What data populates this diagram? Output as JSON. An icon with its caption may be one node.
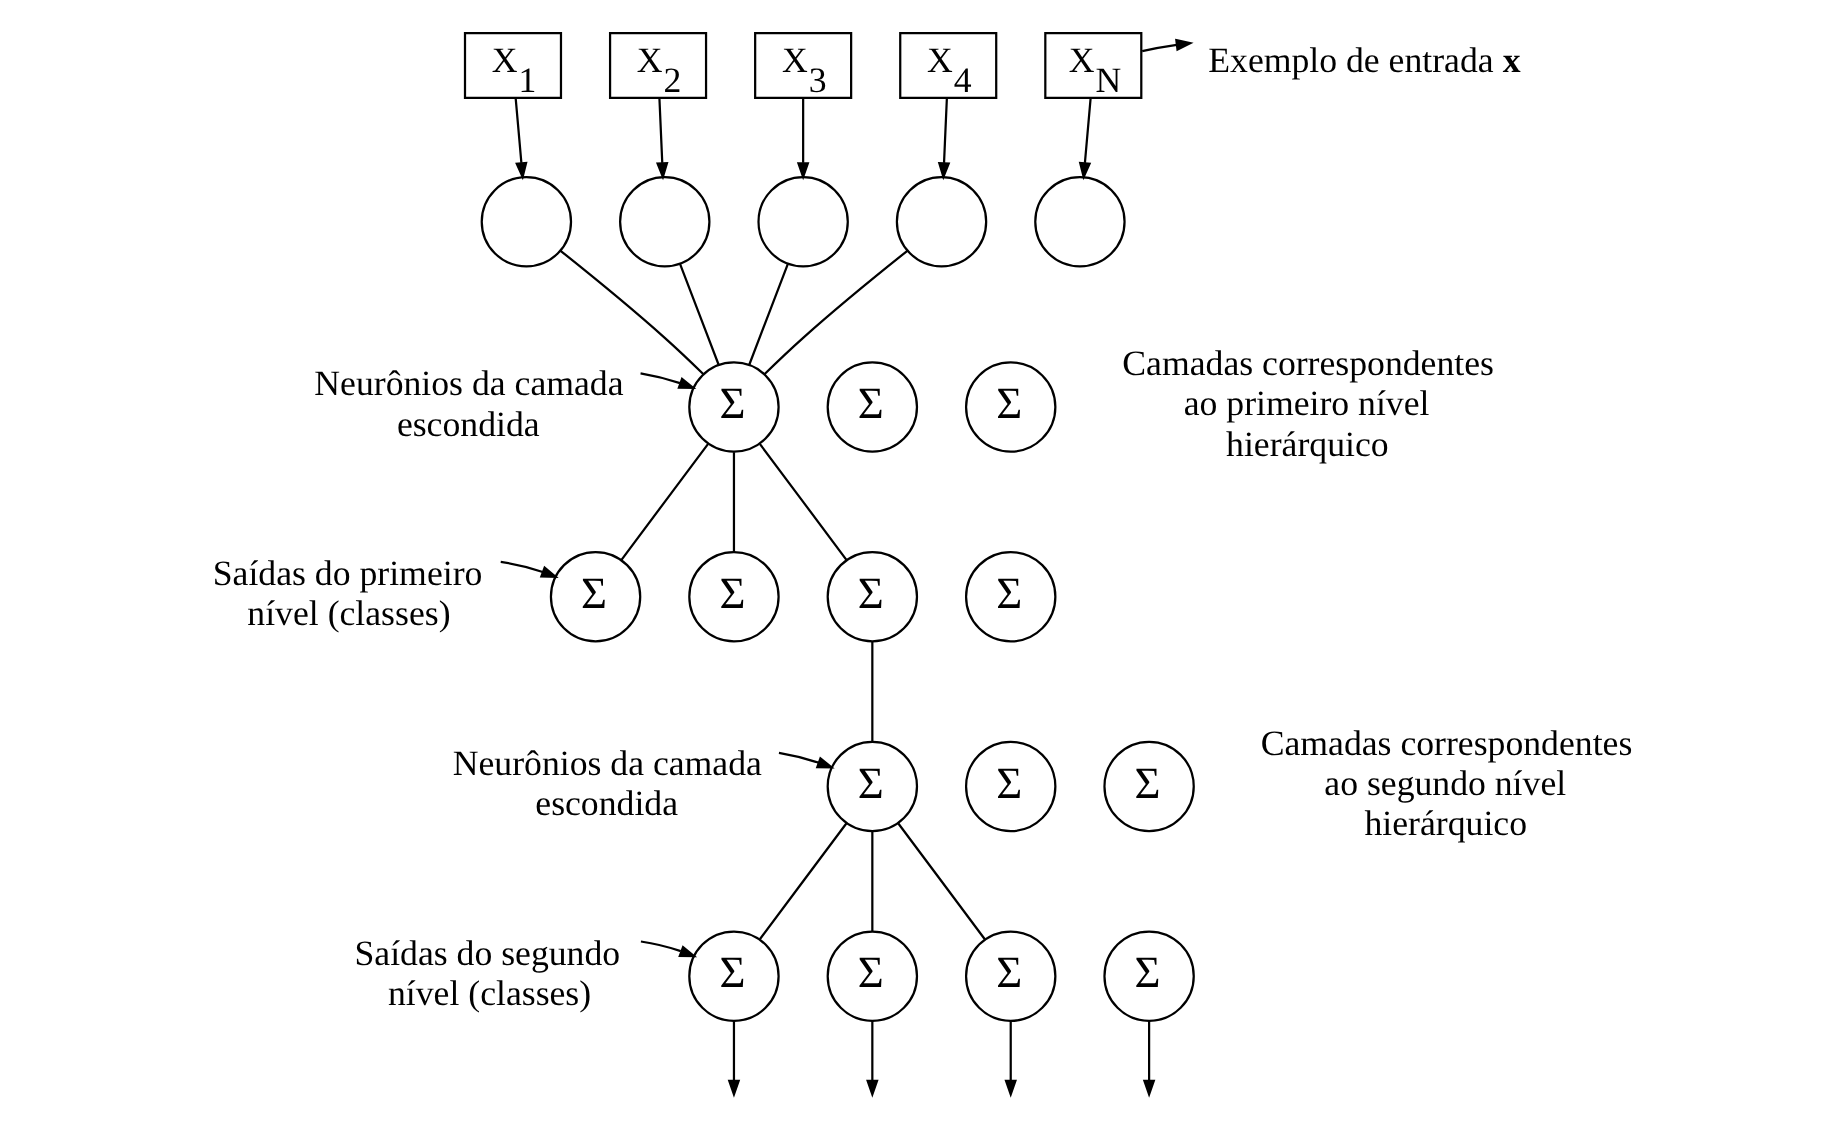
{
  "diagram": {
    "nodes": [
      {
        "text": [
          "X$_{1}$"
        ]
      },
      {
        "text": [
          "X$_{2}$"
        ]
      },
      {
        "text": [
          "X$_{3}$"
        ]
      },
      {
        "text": [
          "X$_{4}$"
        ]
      },
      {
        "text": [
          "X$_{N}$"
        ]
      },
      {
        "text": [
          "Exemplo de entrada **x**"
        ]
      },
      {
        "text": [],
        "shape": "circle"
      },
      {
        "text": [],
        "shape": "circle"
      },
      {
        "text": [],
        "shape": "circle"
      },
      {
        "text": [],
        "shape": "circle"
      },
      {
        "text": [],
        "shape": "circle"
      },
      {
        "text": [
          "Σ"
        ]
      },
      {
        "text": [
          "Σ"
        ]
      },
      {
        "text": [
          "Σ"
        ]
      },
      {
        "text": [
          "Neurônios da camada escondida"
        ]
      },
      {
        "text": [
          "Σ"
        ]
      },
      {
        "text": [
          "Σ"
        ]
      },
      {
        "text": [
          "Σ"
        ]
      },
      {
        "text": [
          "Σ"
        ]
      },
      {
        "text": [
          "Saídas do primeiro nível (classes)"
        ]
      },
      {
        "text": [
          "Σ"
        ]
      },
      {
        "text": [
          "Σ"
        ]
      },
      {
        "text": [
          "Σ"
        ]
      },
      {
        "text": [
          "Neurônios da camada escondida"
        ]
      },
      {
        "text": [
          "Σ"
        ]
      },
      {
        "text": [
          "Σ"
        ]
      },
      {
        "text": [
          "Σ"
        ]
      },
      {
        "text": [
          "Σ"
        ]
      },
      {
        "text": [
          "Saídas do segundo nível (classes)"
        ]
      }
    ],
    "edges": [
      {
        "from": 0,
        "to": 6,
        "arrow": "to"
      },
      {
        "from": 1,
        "to": 7,
        "arrow": "to"
      },
      {
        "from": 2,
        "to": 8,
        "arrow": "to"
      },
      {
        "from": 3,
        "to": 9,
        "arrow": "to"
      },
      {
        "from": 4,
        "to": 10,
        "arrow": "to"
      },
      {
        "from": 4,
        "to": 5,
        "arrow": "to"
      },
      {
        "from": 6,
        "to": 11,
        "arrow": "none"
      },
      {
        "from": 7,
        "to": 11,
        "arrow": "none"
      },
      {
        "from": 8,
        "to": 11,
        "arrow": "none"
      },
      {
        "from": 9,
        "to": 11,
        "arrow": "none"
      },
      {
        "from": 14,
        "to": 11,
        "arrow": "to"
      },
      {
        "from": 11,
        "to": 15,
        "arrow": "none"
      },
      {
        "from": 11,
        "to": 16,
        "arrow": "none"
      },
      {
        "from": 11,
        "to": 17,
        "arrow": "none"
      },
      {
        "from": 19,
        "to": 15,
        "arrow": "to"
      },
      {
        "from": 17,
        "to": 20,
        "arrow": "none"
      },
      {
        "from": 23,
        "to": 20,
        "arrow": "to"
      },
      {
        "from": 20,
        "to": 24,
        "arrow": "none"
      },
      {
        "from": 20,
        "to": 25,
        "arrow": "none"
      },
      {
        "from": 20,
        "to": 26,
        "arrow": "none"
      },
      {
        "from": 28,
        "to": 24,
        "arrow": "to"
      },
      {
        "from": 24,
        "to": null,
        "arrow": "to"
      },
      {
        "from": 25,
        "to": null,
        "arrow": "to"
      },
      {
        "from": 26,
        "to": null,
        "arrow": "to"
      },
      {
        "from": 27,
        "to": null,
        "arrow": "to"
      }
    ],
    "labels": [
      "Camadas correspondentes ao primeiro nível hierárquico",
      "Camadas correspondentes ao segundo nível hierárquico"
    ]
  }
}
